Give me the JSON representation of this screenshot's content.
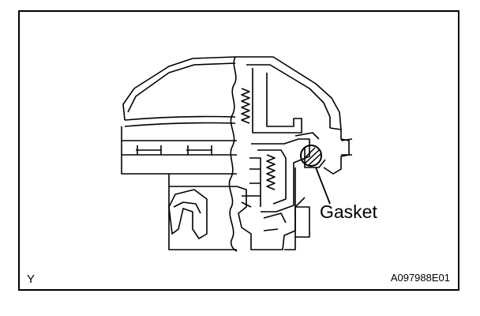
{
  "figure": {
    "callout_label": "Gasket",
    "corner_mark_left": "Y",
    "figure_code": "A097988E01"
  },
  "colors": {
    "ink": "#000000",
    "paper": "#ffffff"
  }
}
